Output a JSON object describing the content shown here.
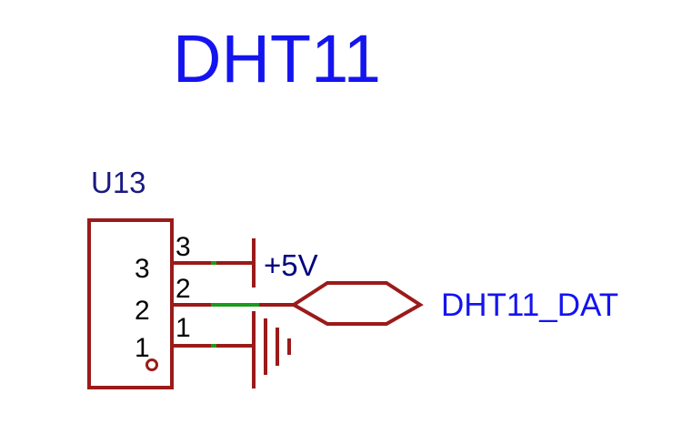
{
  "title": "DHT11",
  "component": {
    "ref": "U13",
    "pins": [
      {
        "number": "3",
        "label": "3"
      },
      {
        "number": "2",
        "label": "2"
      },
      {
        "number": "1",
        "label": "1"
      }
    ]
  },
  "power": {
    "label": "+5V"
  },
  "net_label": {
    "text": "DHT11_DAT"
  },
  "colors": {
    "title": "#1414f0",
    "ref": "#1a1a80",
    "wire_component": "#9b1a1a",
    "wire": "#1a9b1a",
    "net_text": "#000080",
    "pin_text": "#000000"
  }
}
